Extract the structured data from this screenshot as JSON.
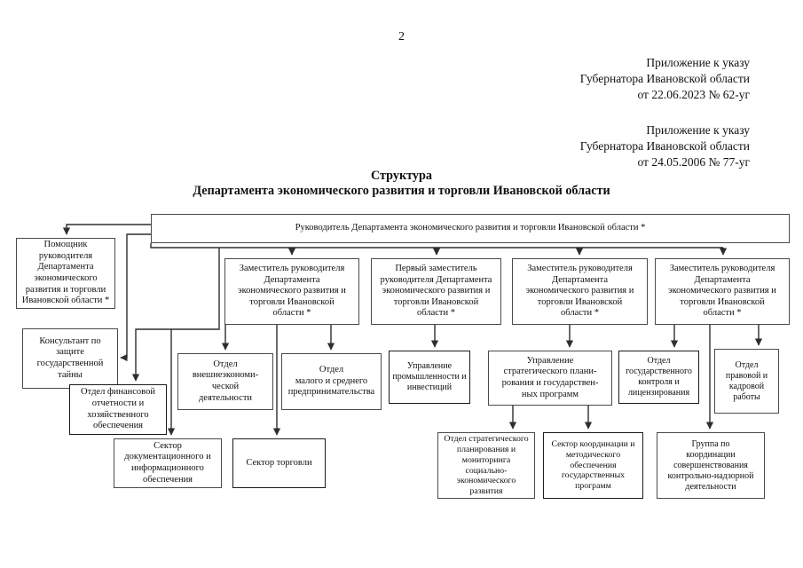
{
  "page": {
    "number": "2",
    "annex1": "Приложение к указу\nГубернатора Ивановской области\nот 22.06.2023 № 62-уг",
    "annex2": "Приложение к указу\nГубернатора Ивановской области\nот 24.05.2006 № 77-уг",
    "title": "Структура\nДепартамента экономического развития и торговли Ивановской области"
  },
  "diagram": {
    "boxes": {
      "head": {
        "label": "Руководитель Департамента экономического развития и торговли Ивановской области *"
      },
      "pom": {
        "label": "Помощник\nруководителя\nДепартамента\nэкономического\nразвития и торговли\nИвановской области *"
      },
      "kons": {
        "label": "Консультант по\nзащите\nгосударственной\nтайны"
      },
      "fin": {
        "label": "Отдел финансовой\nотчетности и\nхозяйственного\nобеспечения"
      },
      "dok": {
        "label": "Сектор\nдокументационного и\nинформационного\nобеспечения"
      },
      "dep1": {
        "label": "Заместитель руководителя\nДепартамента\nэкономического развития и\nторговли Ивановской\nобласти *"
      },
      "dep2": {
        "label": "Первый заместитель\nруководителя Департамента\nэкономического развития и\nторговли Ивановской\nобласти *"
      },
      "dep3": {
        "label": "Заместитель руководителя\nДепартамента\nэкономического развития и\nторговли Ивановской\nобласти *"
      },
      "dep4": {
        "label": "Заместитель руководителя\nДепартамента\nэкономического развития и\nторговли Ивановской\nобласти *"
      },
      "vne": {
        "label": "Отдел\nвнешнеэкономи-\nческой\nдеятельности"
      },
      "mal": {
        "label": "Отдел\nмалого и среднего\nпредпринимательства"
      },
      "torg": {
        "label": "Сектор торговли"
      },
      "prom": {
        "label": "Управление\nпромышленности и\nинвестиций"
      },
      "strat": {
        "label": "Управление\nстратегического плани-\nрования и государствен-\nных программ"
      },
      "gosk": {
        "label": "Отдел\nгосударственного\nконтроля и\nлицензирования"
      },
      "prav": {
        "label": "Отдел\nправовой и\nкадровой\nработы"
      },
      "stratp": {
        "label": "Отдел стратегического\nпланирования и\nмониторинга\nсоциально-\nэкономического\nразвития"
      },
      "koord": {
        "label": "Сектор координации и\nметодического\nобеспечения\nгосударственных\nпрограмм"
      },
      "grup": {
        "label": "Группа по\nкоординации\nсовершенствования\nконтрольно-надзорной\nдеятельности"
      }
    }
  }
}
